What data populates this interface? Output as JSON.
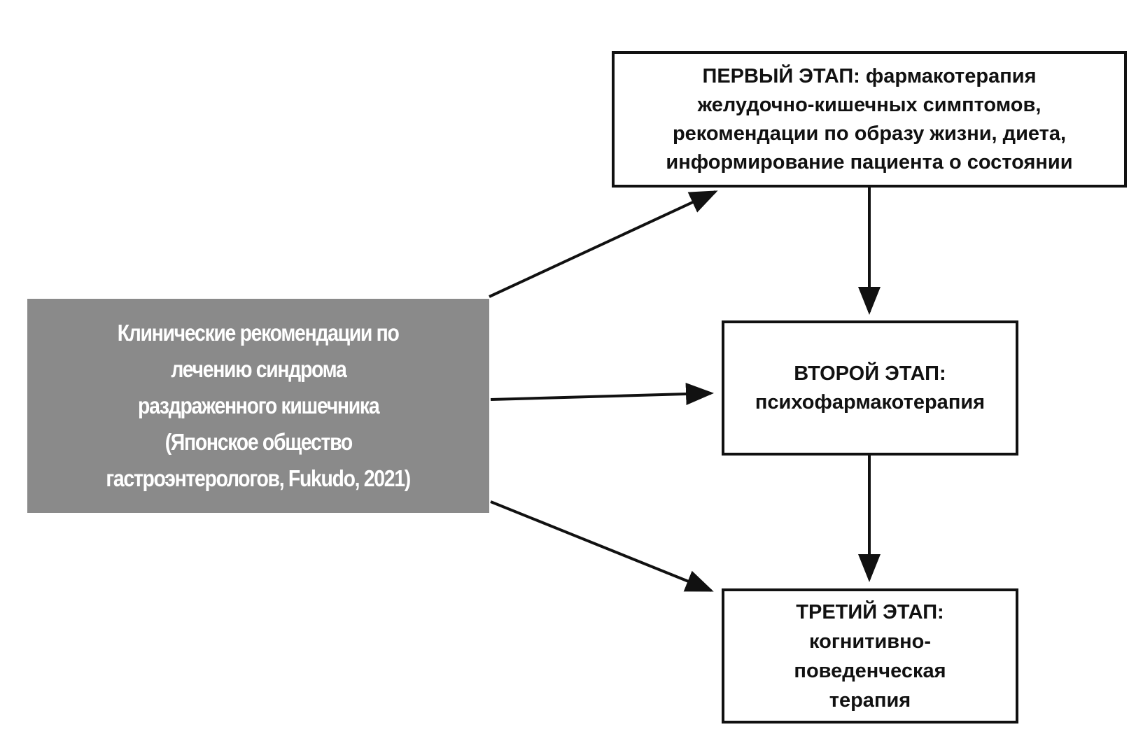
{
  "source": {
    "lines": [
      "Клинические рекомендации по",
      "лечению синдрома",
      "раздраженного кишечника",
      "(Японское общество",
      "гастроэнтерологов, Fukudo, 2021)"
    ]
  },
  "stage1": {
    "label": "ПЕРВЫЙ ЭТАП:",
    "line1_rest": " фармакотерапия",
    "lines": [
      "желудочно-кишечных симптомов,",
      "рекомендации по образу жизни, диета,",
      "информирование пациента о состоянии"
    ]
  },
  "stage2": {
    "label": "ВТОРОЙ ЭТАП:",
    "lines": [
      "психофармакотерапия"
    ]
  },
  "stage3": {
    "label": "ТРЕТИЙ ЭТАП:",
    "lines": [
      "когнитивно-",
      "поведенческая",
      "терапия"
    ]
  },
  "colors": {
    "source_fill": "#8a8a8a",
    "line": "#111111"
  }
}
